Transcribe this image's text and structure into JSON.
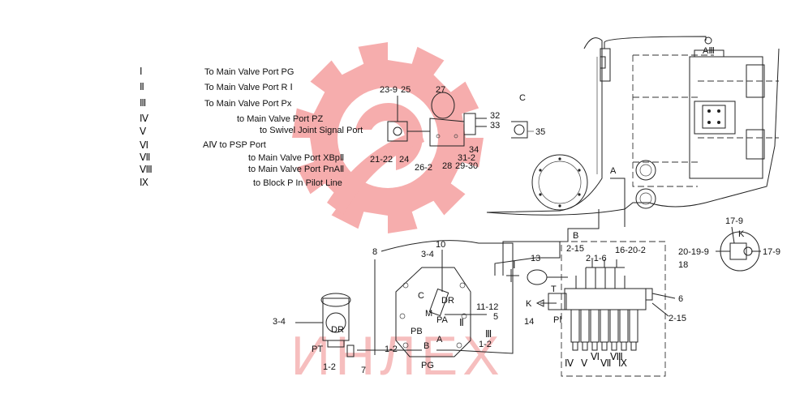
{
  "legend": [
    {
      "numeral": "Ⅰ",
      "text": "To Main Valve Port PG"
    },
    {
      "numeral": "Ⅱ",
      "text": "To Main Valve Port R Ⅰ"
    },
    {
      "numeral": "Ⅲ",
      "text": "To Main Valve Port Px"
    },
    {
      "numeral": "Ⅳ",
      "text": "to Main Valve Port PZ"
    },
    {
      "numeral": "Ⅴ",
      "text": "to Swivel Joint Signal Port"
    },
    {
      "numeral": "Ⅵ",
      "text": "AⅣ to PSP Port"
    },
    {
      "numeral": "Ⅶ",
      "text": "to Main Valve Port XBpⅡ"
    },
    {
      "numeral": "Ⅷ",
      "text": "to Main Valve Port PnAⅡ"
    },
    {
      "numeral": "Ⅸ",
      "text": "to Block P In Pilot Line"
    }
  ],
  "labels": {
    "aiii": "AⅢ",
    "a_main": "A",
    "b_main": "B",
    "c_top": "C",
    "n23_9": "23-9",
    "n25": "25",
    "n27": "27",
    "n32": "32",
    "n33": "33",
    "n35": "35",
    "n34": "34",
    "n31_2": "31-2",
    "n21_22": "21-22",
    "n24": "24",
    "n26_2": "26-2",
    "n28": "28",
    "n29_30": "29-30",
    "n10": "10",
    "n3_4_top": "3-4",
    "n8": "8",
    "n13": "13",
    "roman_i": "Ⅰ",
    "n2_15_top": "2-15",
    "n2_1_6": "2-1-6",
    "n16_20_2": "16-20-2",
    "n18": "18",
    "n17_9_top": "17-9",
    "k_right": "K",
    "n20_19_9": "20-19-9",
    "n17_9_right": "17-9",
    "c_mid": "C",
    "dr_mid": "DR",
    "m_mid": "M",
    "pa_mid": "PA",
    "n11_12": "11-12",
    "n5": "5",
    "roman_ii": "Ⅱ",
    "roman_iii": "Ⅲ",
    "n14": "14",
    "t_valve": "T",
    "k_valve": "K",
    "pi_valve": "PⅠ",
    "n6": "6",
    "n2_15_right": "2-15",
    "n3_4_left": "3-4",
    "dr_left": "DR",
    "pt_left": "PT",
    "n1_2_left": "1-2",
    "n7": "7",
    "n1_2_mid": "1-2",
    "pb_mid": "PB",
    "a_mid": "A",
    "b_mid": "B",
    "pg_mid": "PG",
    "n1_2_right": "1-2",
    "r_iv": "Ⅳ",
    "r_v": "Ⅴ",
    "r_vi": "Ⅵ",
    "r_vii": "Ⅶ",
    "r_viii": "Ⅷ",
    "r_ix": "Ⅸ"
  },
  "watermark": {
    "text": "ИНЛЕХ",
    "color": "#f08a8a"
  },
  "colors": {
    "line": "#222222",
    "watermark": "#f06b6b"
  }
}
